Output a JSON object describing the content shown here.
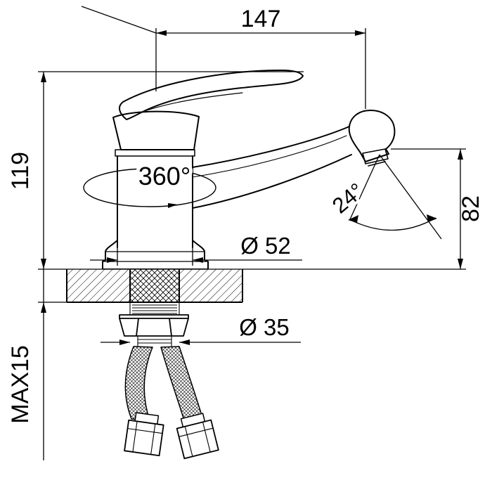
{
  "annotations": {
    "spout_reach": "147",
    "height": "119",
    "outlet_height": "82",
    "swivel_angle": "360°",
    "spout_angle": "24°",
    "base_diameter": "Ø 52",
    "shank_diameter": "Ø 35",
    "max_mount_thickness": "MAX15"
  },
  "colors": {
    "line": "#000000",
    "background": "#ffffff"
  }
}
